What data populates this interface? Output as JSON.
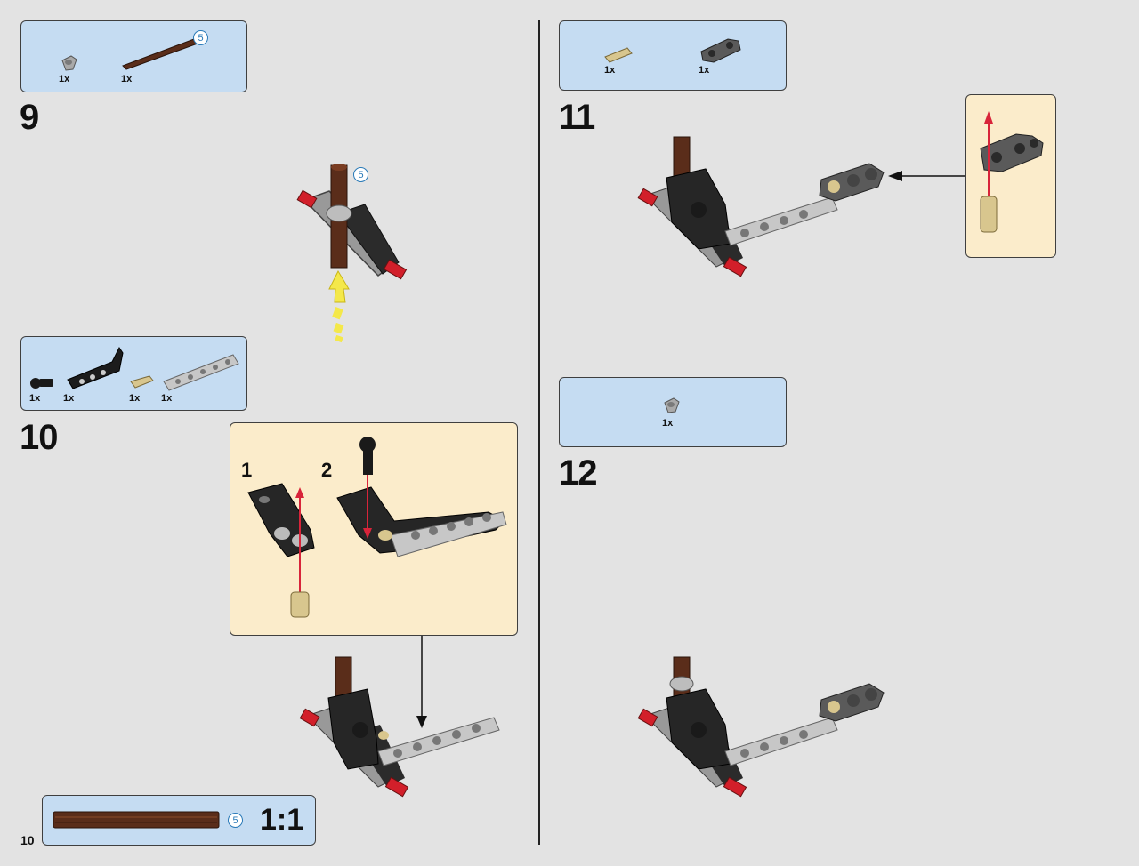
{
  "page": {
    "number": "10",
    "divider": true
  },
  "steps": [
    {
      "number": "9",
      "parts": [
        {
          "qty": "1x",
          "icon": "grey-bush-icon"
        },
        {
          "qty": "1x",
          "icon": "brown-axle-icon",
          "length_badge": "5"
        }
      ],
      "assembly_badge": "5",
      "arrow_color": "#f4e84a"
    },
    {
      "number": "10",
      "parts": [
        {
          "qty": "1x",
          "icon": "ball-joint-icon"
        },
        {
          "qty": "1x",
          "icon": "black-angled-beam-icon"
        },
        {
          "qty": "1x",
          "icon": "tan-pin-icon"
        },
        {
          "qty": "1x",
          "icon": "grey-beam-icon"
        }
      ],
      "callout": {
        "sub_steps": [
          "1",
          "2"
        ]
      }
    },
    {
      "number": "11",
      "parts": [
        {
          "qty": "1x",
          "icon": "tan-pin-icon"
        },
        {
          "qty": "1x",
          "icon": "dark-grey-connector-icon"
        }
      ]
    },
    {
      "number": "12",
      "parts": [
        {
          "qty": "1x",
          "icon": "grey-bush-icon"
        }
      ]
    }
  ],
  "scale_reference": {
    "badge": "5",
    "ratio": "1:1",
    "icon": "brown-axle-icon"
  },
  "colors": {
    "parts_box": "#c5dcf2",
    "callout": "#fbeccb",
    "axle_brown": "#5a2d1a",
    "red_pin": "#d21f2a",
    "instruction_arrow": "#d8243a",
    "yellow_arrow": "#f4e84a"
  }
}
